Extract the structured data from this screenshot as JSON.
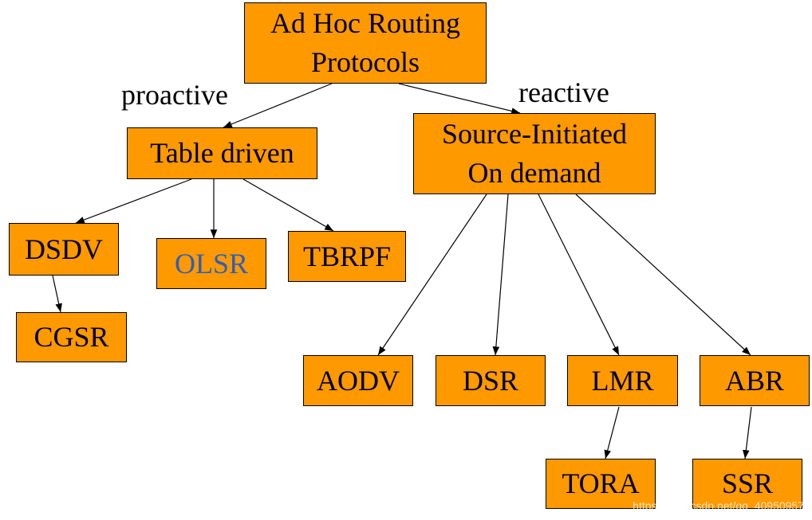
{
  "diagram": {
    "root": {
      "line1": "Ad Hoc Routing",
      "line2": "Protocols"
    },
    "branches": {
      "proactive": "proactive",
      "reactive": "reactive"
    },
    "table_driven": "Table driven",
    "on_demand": {
      "line1": "Source-Initiated",
      "line2": "On demand"
    },
    "proactive_protocols": {
      "dsdv": "DSDV",
      "olsr": "OLSR",
      "tbrpf": "TBRPF",
      "cgsr": "CGSR"
    },
    "reactive_protocols": {
      "aodv": "AODV",
      "dsr": "DSR",
      "lmr": "LMR",
      "abr": "ABR",
      "tora": "TORA",
      "ssr": "SSR"
    },
    "colors": {
      "node_fill": "#ff9900",
      "olsr_text": "#2e5fb8",
      "line": "#000000"
    }
  },
  "watermark": "https://blog.csdn.net/qq_40950957"
}
